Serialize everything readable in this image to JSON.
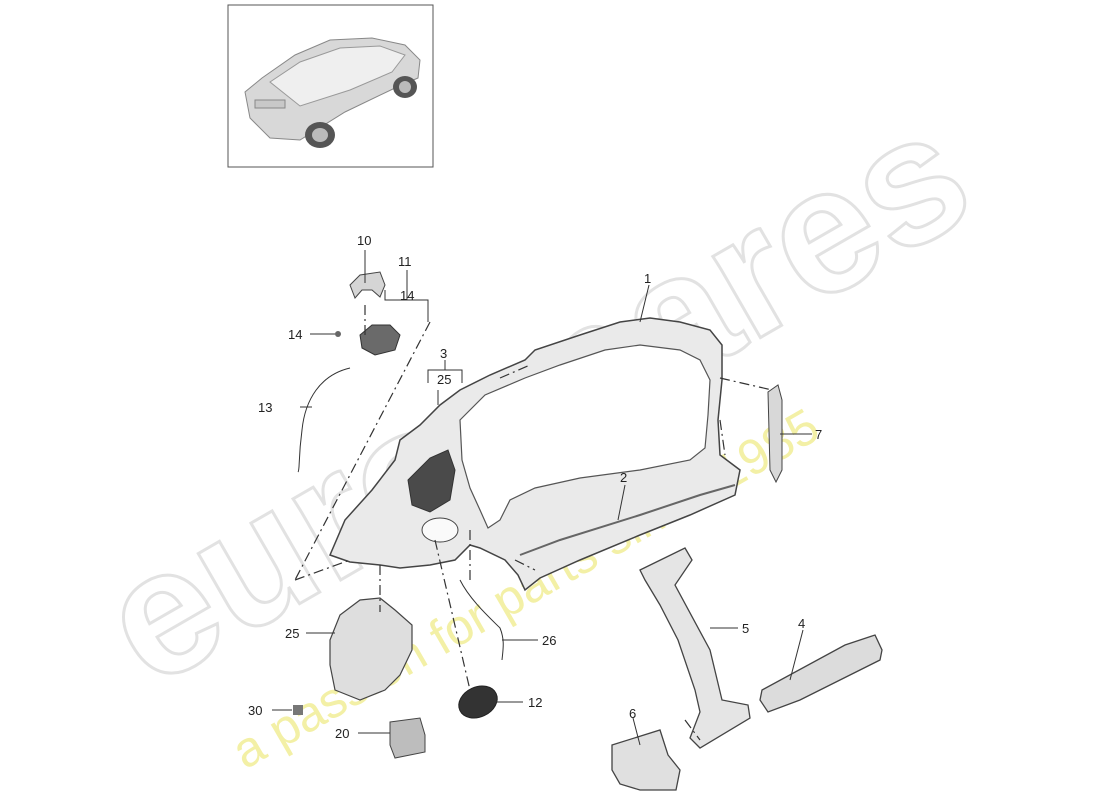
{
  "watermark": {
    "brand": "eurospares",
    "tagline": "a passion for parts since 1985",
    "brand_color": "#e6e6e6",
    "tagline_color": "#f3f0a6"
  },
  "thumbnail": {
    "subject": "car-overview-image"
  },
  "labels": {
    "p1": "1",
    "p2": "2",
    "p3": "3",
    "p4": "4",
    "p5": "5",
    "p6": "6",
    "p7": "7",
    "p10": "10",
    "p11": "11",
    "p12": "12",
    "p13": "13",
    "p14a": "14",
    "p14b": "14",
    "p20": "20",
    "p25a": "25",
    "p25b": "25",
    "p26": "26",
    "p30": "30"
  },
  "colors": {
    "line": "#333333",
    "part_fill": "#e9e9e9",
    "part_stroke": "#444444"
  }
}
